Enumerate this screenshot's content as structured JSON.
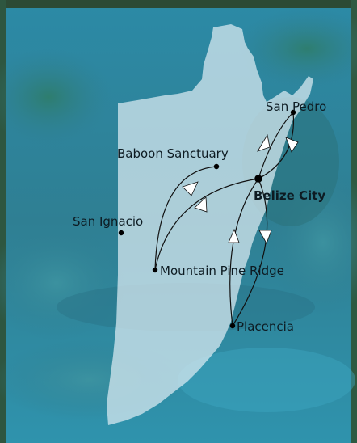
{
  "map": {
    "colors": {
      "water": "#2f87a0",
      "land_mask": "#dcecf3",
      "route_line": "#111111",
      "arrow_fill": "#ffffff"
    },
    "places": [
      {
        "id": "san-pedro",
        "name": "San Pedro",
        "hub": false
      },
      {
        "id": "baboon-sanctuary",
        "name": "Baboon Sanctuary",
        "hub": false
      },
      {
        "id": "belize-city",
        "name": "Belize City",
        "hub": true
      },
      {
        "id": "san-ignacio",
        "name": "San Ignacio",
        "hub": false
      },
      {
        "id": "mountain-pine-ridge",
        "name": "Mountain Pine Ridge",
        "hub": false
      },
      {
        "id": "placencia",
        "name": "Placencia",
        "hub": false
      }
    ],
    "routes": [
      {
        "from": "belize-city",
        "to": "san-pedro"
      },
      {
        "from": "san-pedro",
        "to": "belize-city"
      },
      {
        "from": "baboon-sanctuary",
        "to": "mountain-pine-ridge"
      },
      {
        "from": "belize-city",
        "to": "mountain-pine-ridge"
      },
      {
        "from": "belize-city",
        "to": "placencia"
      },
      {
        "from": "placencia",
        "to": "belize-city"
      }
    ]
  }
}
